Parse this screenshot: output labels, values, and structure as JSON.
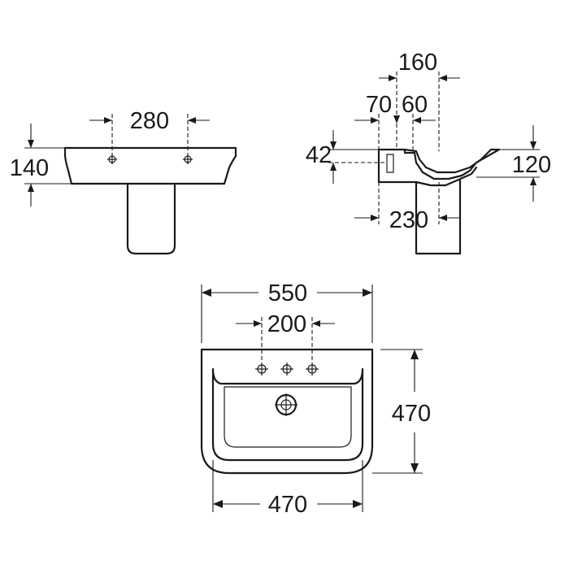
{
  "front_view": {
    "width_label": "280",
    "height_label": "140"
  },
  "side_view": {
    "depth_total_label": "160",
    "left_offset_label": "70",
    "right_offset_label": "60",
    "top_height_label": "42",
    "rim_height_label": "120",
    "pedestal_label": "230"
  },
  "top_view": {
    "overall_width_label": "550",
    "tap_spacing_label": "200",
    "depth_label": "470",
    "bottom_width_label": "470"
  }
}
